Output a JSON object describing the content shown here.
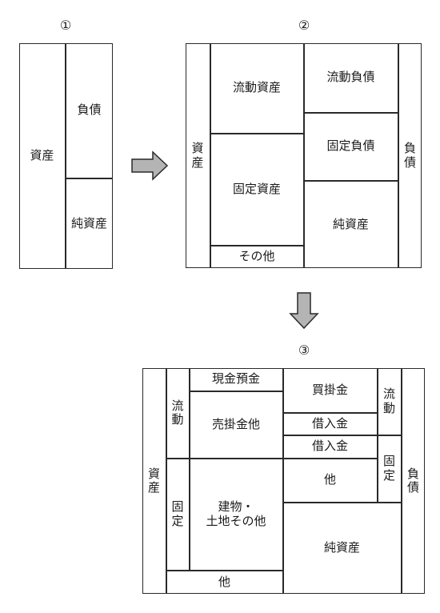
{
  "step_labels": [
    "①",
    "②",
    "③"
  ],
  "d1": {
    "assets": "資産",
    "liabilities": "負債",
    "net_assets": "純資産"
  },
  "d2": {
    "assets_vertical": "資\n産",
    "liabilities_vertical": "負\n債",
    "current_assets": "流動資産",
    "fixed_assets": "固定資産",
    "other": "その他",
    "current_liabilities": "流動負債",
    "fixed_liabilities": "固定負債",
    "net_assets": "純資産"
  },
  "d3": {
    "assets_vertical": "資\n産",
    "current_vertical": "流\n動",
    "fixed_vertical": "固\n定",
    "cash": "現金預金",
    "receivables": "売掛金他",
    "buildings": "建物・\n土地その他",
    "other_bottom": "他",
    "payables": "買掛金",
    "borrowings_current": "借入金",
    "borrowings_fixed": "借入金",
    "other_fixed": "他",
    "net_assets": "純資産",
    "liab_current_vertical": "流\n動",
    "liab_fixed_vertical": "固\n定",
    "liabilities_vertical": "負\n債"
  }
}
